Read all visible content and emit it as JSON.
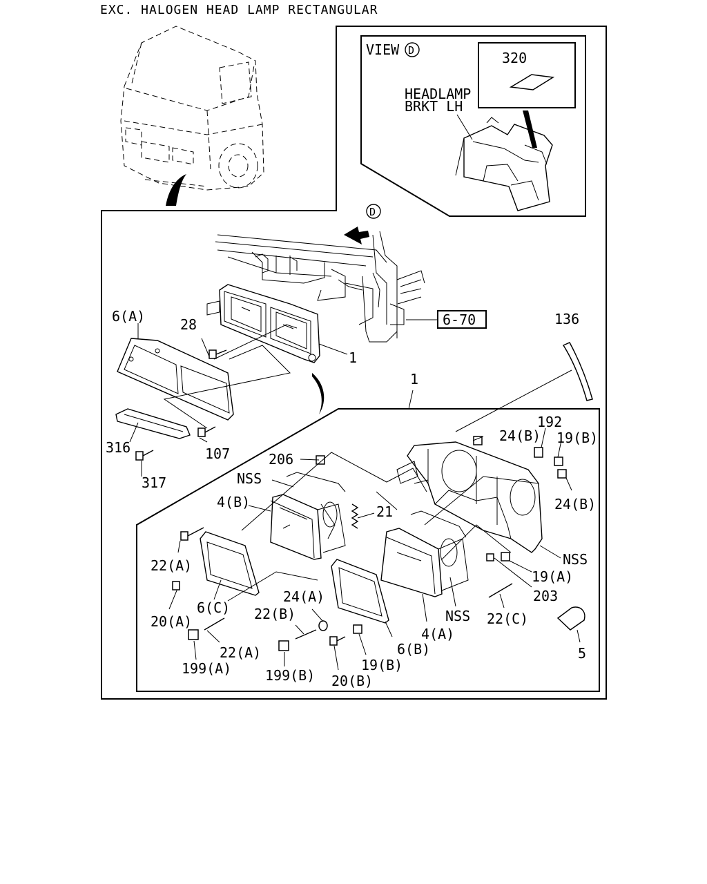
{
  "title": "EXC. HALOGEN HEAD LAMP RECTANGULAR",
  "view": {
    "label": "VIEW",
    "marker": "D",
    "detail_part": "320",
    "bracket_label_line1": "HEADLAMP",
    "bracket_label_line2": "BRKT LH"
  },
  "arrow_marker": "D",
  "reference_box": "6-70",
  "callouts": [
    "6(A)",
    "28",
    "1",
    "136",
    "316",
    "107",
    "317",
    "1",
    "192",
    "24(B)",
    "19(B)",
    "206",
    "NSS",
    "4(B)",
    "21",
    "24(B)",
    "22(A)",
    "NSS",
    "19(A)",
    "20(A)",
    "203",
    "6(C)",
    "24(A)",
    "22(B)",
    "NSS",
    "22(C)",
    "4(A)",
    "22(A)",
    "6(B)",
    "199(A)",
    "199(B)",
    "19(B)",
    "20(B)",
    "5"
  ]
}
